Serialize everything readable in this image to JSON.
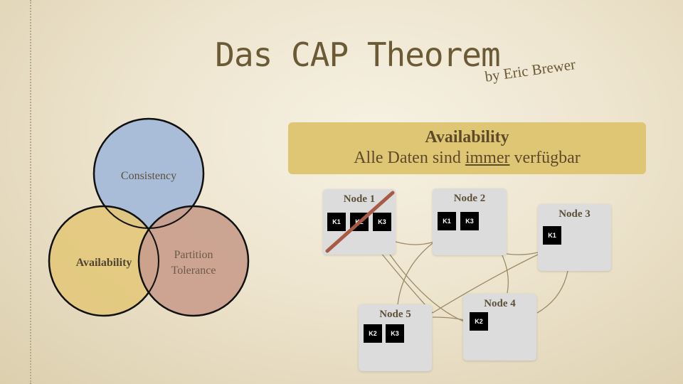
{
  "slide": {
    "title": "Das CAP Theorem",
    "byline": "by Eric Brewer"
  },
  "venn": {
    "consistency": {
      "label": "Consistency",
      "color": "#a9bdd8"
    },
    "availability": {
      "label": "Availability",
      "color": "#e3c87c"
    },
    "partition_line1": "Partition",
    "partition_line2": "Tolerance",
    "partition_color": "#c99e8c"
  },
  "banner": {
    "heading": "Availability",
    "text_before": "Alle Daten sind ",
    "text_emphasis": "immer",
    "text_after": " verfügbar",
    "color": "#dfc675"
  },
  "nodes": [
    {
      "label": "Node 1",
      "keys": [
        "K1",
        "K2",
        "K3"
      ],
      "failed": true
    },
    {
      "label": "Node 2",
      "keys": [
        "K1",
        "K3"
      ],
      "failed": false
    },
    {
      "label": "Node 3",
      "keys": [
        "K1"
      ],
      "failed": false
    },
    {
      "label": "Node 4",
      "keys": [
        "K2"
      ],
      "failed": false
    },
    {
      "label": "Node 5",
      "keys": [
        "K2",
        "K3"
      ],
      "failed": false
    }
  ],
  "colors": {
    "failure_strike": "#a85a45",
    "connection_line": "#9c8a68",
    "text": "#6b5a36"
  }
}
